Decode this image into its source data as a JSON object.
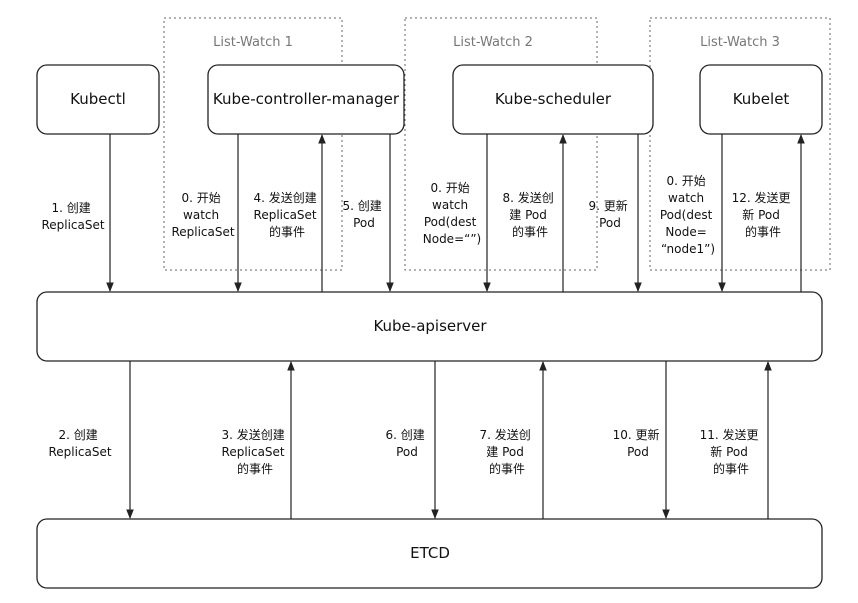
{
  "groups": {
    "lw1": "List-Watch 1",
    "lw2": "List-Watch 2",
    "lw3": "List-Watch 3"
  },
  "nodes": {
    "kubectl": "Kubectl",
    "controller_manager": "Kube-controller-manager",
    "scheduler": "Kube-scheduler",
    "kubelet": "Kubelet",
    "apiserver": "Kube-apiserver",
    "etcd": "ETCD"
  },
  "edges": {
    "e1": [
      "1. 创建",
      "ReplicaSet"
    ],
    "e0a": [
      "0. 开始",
      "watch",
      "ReplicaSet"
    ],
    "e4": [
      "4. 发送创建",
      "ReplicaSet",
      "的事件"
    ],
    "e5": [
      "5. 创建",
      "Pod"
    ],
    "e0b": [
      "0. 开始",
      "watch",
      "Pod(dest",
      "Node=“”)"
    ],
    "e8": [
      "8. 发送创",
      "建 Pod",
      "的事件"
    ],
    "e9": [
      "9. 更新",
      "Pod"
    ],
    "e0c": [
      "0. 开始",
      "watch",
      "Pod(dest",
      "Node=",
      "“node1”)"
    ],
    "e12": [
      "12. 发送更",
      "新 Pod",
      "的事件"
    ],
    "e2": [
      "2. 创建",
      "ReplicaSet"
    ],
    "e3": [
      "3. 发送创建",
      "ReplicaSet",
      "的事件"
    ],
    "e6": [
      "6. 创建",
      "Pod"
    ],
    "e7": [
      "7. 发送创",
      "建 Pod",
      "的事件"
    ],
    "e10": [
      "10. 更新",
      "Pod"
    ],
    "e11": [
      "11. 发送更",
      "新 Pod",
      "的事件"
    ]
  }
}
